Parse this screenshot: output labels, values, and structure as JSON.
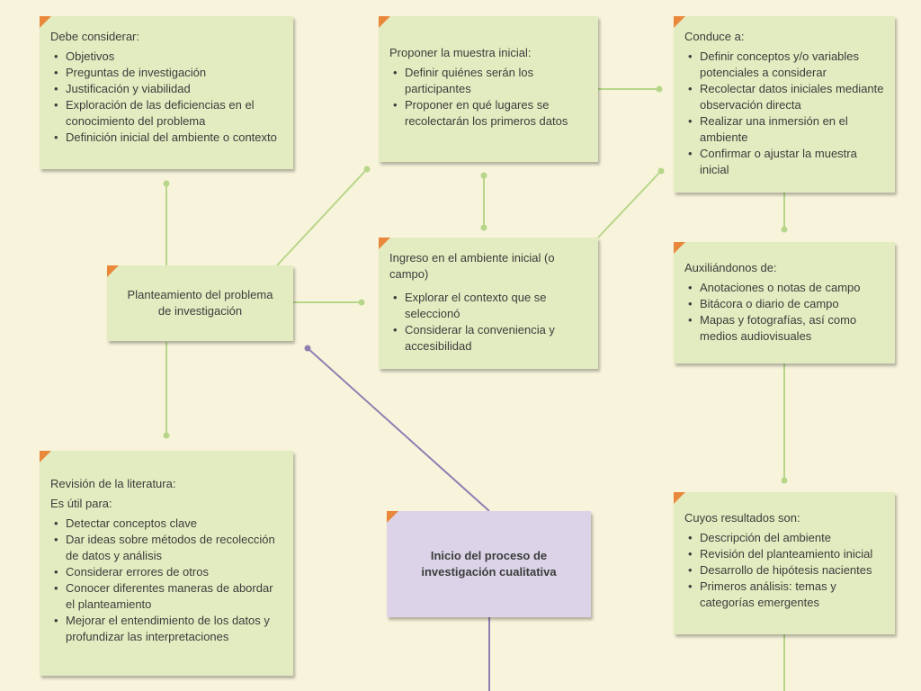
{
  "colors": {
    "background": "#f8f4dc",
    "box_green": "#e3ecc0",
    "box_purple": "#dcd3e8",
    "corner_orange": "#e9883a",
    "line_green": "#b7d68a",
    "line_purple": "#8e7fb3"
  },
  "boxes": {
    "debe": {
      "title": "Debe considerar:",
      "items": [
        "Objetivos",
        "Preguntas de investigación",
        "Justificación y viabilidad",
        "Exploración de las deficiencias en el conocimiento del problema",
        "Definición inicial del ambiente o contexto"
      ]
    },
    "proponer": {
      "title": "Proponer la muestra inicial:",
      "items": [
        "Definir quiénes serán los participantes",
        "Proponer en qué lugares se recolectarán los primeros datos"
      ]
    },
    "conduce": {
      "title": "Conduce a:",
      "items": [
        "Definir conceptos y/o variables potenciales a considerar",
        "Recolectar datos iniciales mediante observación directa",
        "Realizar una inmersión en el ambiente",
        "Confirmar o ajustar la muestra inicial"
      ]
    },
    "planteamiento": {
      "title": "Planteamiento del problema de investigación"
    },
    "ingreso": {
      "title": "Ingreso en el ambiente inicial (o campo)",
      "items": [
        "Explorar el contexto que se seleccionó",
        "Considerar la conveniencia y accesibilidad"
      ]
    },
    "auxiliandonos": {
      "title": "Auxiliándonos de:",
      "items": [
        "Anotaciones o notas de campo",
        "Bitácora o diario de campo",
        "Mapas y fotografías, así como medios audiovisuales"
      ]
    },
    "revision": {
      "title": "Revisión de la literatura:",
      "subtitle": "Es útil para:",
      "items": [
        "Detectar conceptos clave",
        "Dar ideas sobre métodos de recolección de datos y análisis",
        "Considerar errores de otros",
        "Conocer diferentes maneras de abordar el planteamiento",
        "Mejorar el entendimiento de los datos y profundizar las interpretaciones"
      ]
    },
    "inicio": {
      "title": "Inicio del proceso de investigación cualitativa"
    },
    "cuyos": {
      "title": "Cuyos resultados son:",
      "items": [
        "Descripción del ambiente",
        "Revisión del planteamiento inicial",
        "Desarrollo de hipótesis nacientes",
        "Primeros análisis: temas y categorías emergentes"
      ]
    }
  }
}
